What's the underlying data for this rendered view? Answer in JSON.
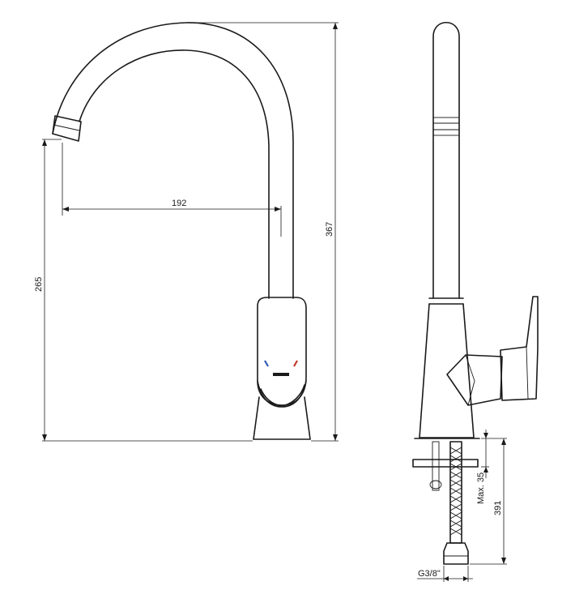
{
  "dimensions": {
    "spout_reach": "192",
    "spout_height": "265",
    "total_height": "367",
    "max_thickness": "Max. 35",
    "hose_length": "391",
    "thread": "G3/8\""
  },
  "colors": {
    "stroke": "#1a1a1a",
    "hot_mark": "#c0392b",
    "cold_mark": "#2e5cb8"
  }
}
